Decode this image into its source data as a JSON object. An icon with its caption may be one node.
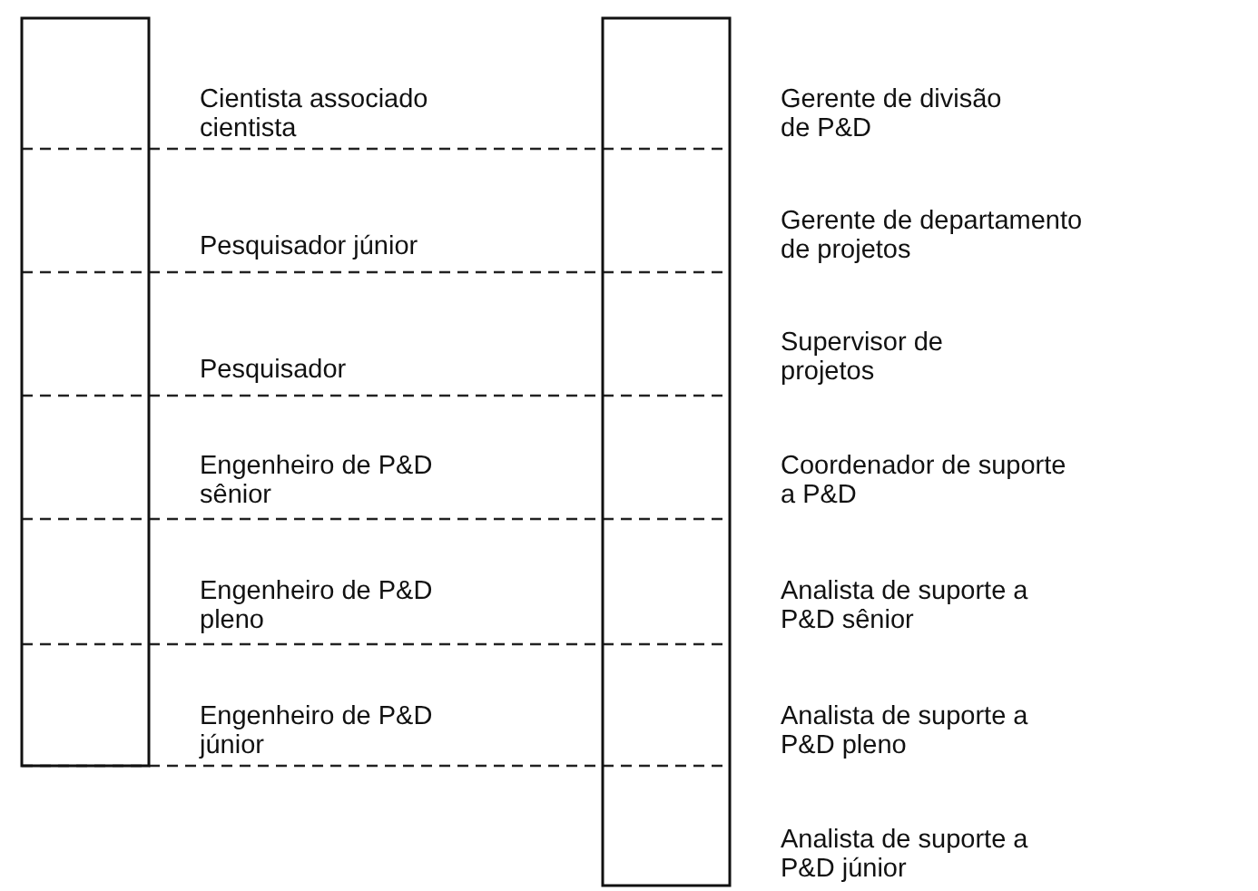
{
  "diagram": {
    "nodes": [
      {
        "text": [],
        "shape": "bar"
      },
      {
        "text": [],
        "shape": "bar"
      }
    ],
    "edges": [
      {
        "from": 0,
        "to": 1,
        "arrow": "none",
        "style": "dashed"
      },
      {
        "from": 0,
        "to": 1,
        "arrow": "none",
        "style": "dashed"
      },
      {
        "from": 0,
        "to": 1,
        "arrow": "none",
        "style": "dashed"
      },
      {
        "from": 0,
        "to": 1,
        "arrow": "none",
        "style": "dashed"
      },
      {
        "from": 0,
        "to": 1,
        "arrow": "none",
        "style": "dashed"
      },
      {
        "from": 0,
        "to": 1,
        "arrow": "none",
        "style": "dashed"
      }
    ],
    "labels": [
      "Cientista associado cientista",
      "Gerente de divisão de P&D",
      "Pesquisador júnior",
      "Gerente de departamento de projetos",
      "Pesquisador",
      "Supervisor de projetos",
      "Engenheiro de P&D sênior",
      "Coordenador de suporte a P&D",
      "Engenheiro de P&D pleno",
      "Analista de suporte a P&D sênior",
      "Engenheiro de P&D júnior",
      "Analista de suporte a P&D pleno",
      "Analista de suporte a P&D júnior"
    ]
  }
}
